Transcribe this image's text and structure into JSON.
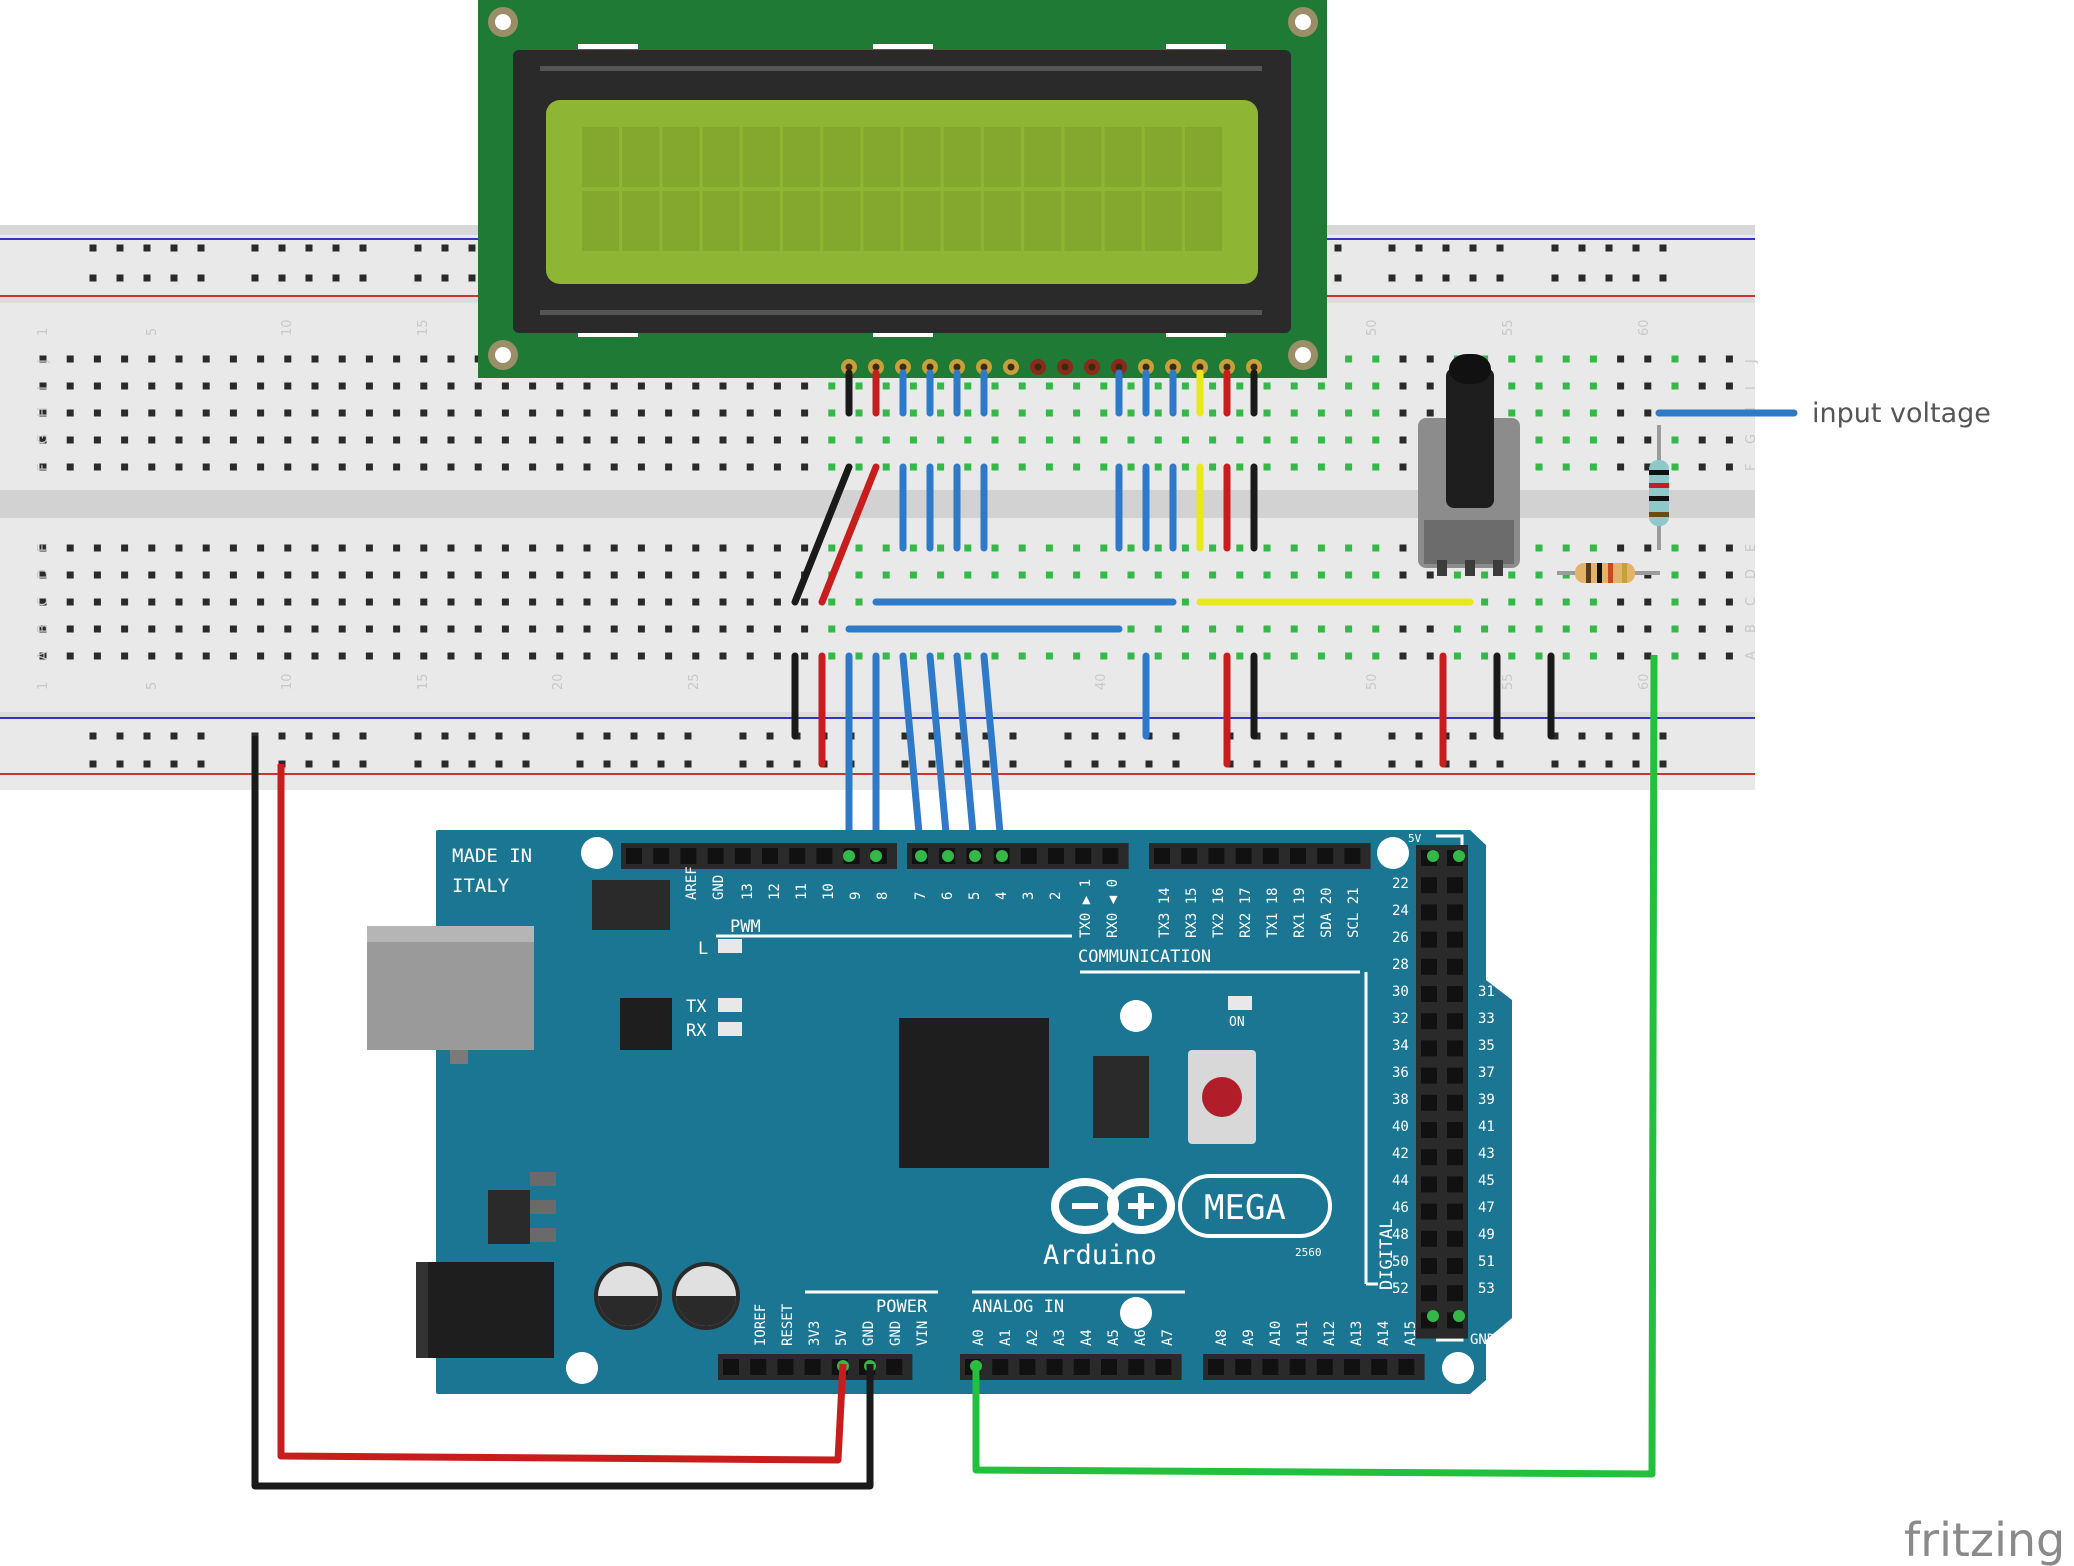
{
  "diagram": {
    "annotation_input": "input voltage",
    "brand": "fritzing",
    "breadboard": {
      "column_numbers": [
        "1",
        "5",
        "10",
        "15",
        "20",
        "25",
        "40",
        "50",
        "55",
        "60"
      ],
      "row_letters_top": [
        "J",
        "I",
        "H",
        "G",
        "F"
      ],
      "row_letters_bottom": [
        "E",
        "D",
        "C",
        "B",
        "A"
      ]
    },
    "arduino": {
      "made_in_1": "MADE IN",
      "made_in_2": "ITALY",
      "pwm_label": "PWM",
      "l_led": "L",
      "tx_led": "TX",
      "rx_led": "RX",
      "on_led": "ON",
      "communication": "COMMUNICATION",
      "power": "POWER",
      "analog_in": "ANALOG IN",
      "digital": "DIGITAL",
      "gnd": "GND",
      "five_v": "5V",
      "logo_text": "Arduino",
      "model": "MEGA",
      "chip": "2560",
      "top_pins": [
        "AREF",
        "GND",
        "13",
        "12",
        "11",
        "10",
        "9",
        "8",
        "7",
        "6",
        "5",
        "4",
        "3",
        "2",
        "TX0 ▶ 1",
        "RX0 ◀ 0",
        "TX3 14",
        "RX3 15",
        "TX2 16",
        "RX2 17",
        "TX1 18",
        "RX1 19",
        "SDA 20",
        "SCL 21"
      ],
      "power_pins": [
        "IOREF",
        "RESET",
        "3V3",
        "5V",
        "GND",
        "GND",
        "VIN"
      ],
      "analog_pins": [
        "A0",
        "A1",
        "A2",
        "A3",
        "A4",
        "A5",
        "A6",
        "A7",
        "A8",
        "A9",
        "A10",
        "A11",
        "A12",
        "A13",
        "A14",
        "A15"
      ],
      "digital_left": [
        "22",
        "24",
        "26",
        "28",
        "30",
        "32",
        "34",
        "36",
        "38",
        "40",
        "42",
        "44",
        "46",
        "48",
        "50",
        "52"
      ],
      "digital_right": [
        "31",
        "33",
        "35",
        "37",
        "39",
        "41",
        "43",
        "45",
        "47",
        "49",
        "51",
        "53"
      ]
    },
    "colors": {
      "board_blue": "#1b7693",
      "lcd_pcb": "#1f7a35",
      "lcd_screen": "#8fb534",
      "wire_blue": "#2f79c9",
      "wire_red": "#c81d1d",
      "wire_black": "#1a1a1a",
      "wire_yellow": "#e8e81a",
      "wire_green": "#22c03c"
    }
  }
}
